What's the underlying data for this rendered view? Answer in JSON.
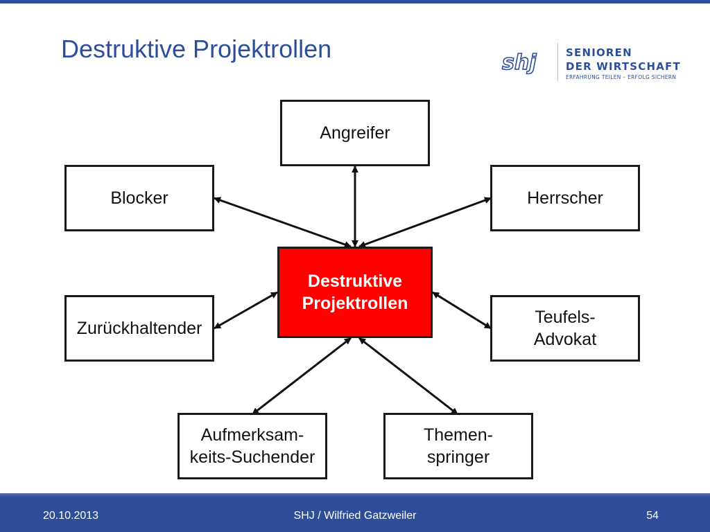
{
  "title": "Destruktive Projektrollen",
  "logo": {
    "mark": "shj",
    "line1": "SENIOREN",
    "line2": "DER WIRTSCHAFT",
    "tagline": "ERFAHRUNG TEILEN – ERFOLG SICHERN"
  },
  "diagram": {
    "center": "Destruktive\nProjektrollen",
    "roles": {
      "angreifer": "Angreifer",
      "blocker": "Blocker",
      "herrscher": "Herrscher",
      "zurueckhaltender": "Zurückhaltender",
      "teufelsadvokat": "Teufels-\nAdvokat",
      "aufmerksamkeitssuchender": "Aufmerksam-\nkeits-Suchender",
      "themenspringer": "Themen-\nspringer"
    }
  },
  "colors": {
    "brand": "#2d4f9a",
    "center_fill": "#ff0000"
  },
  "footer": {
    "date": "20.10.2013",
    "author": "SHJ / Wilfried Gatzweiler",
    "page": "54"
  }
}
